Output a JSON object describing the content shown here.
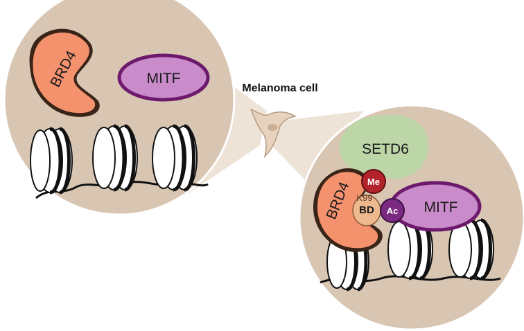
{
  "caption": "Melanoma cell",
  "left_panel": {
    "brd4_label": "BRD4",
    "mitf_label": "MITF"
  },
  "right_panel": {
    "setd6_label": "SETD6",
    "brd4_label": "BRD4",
    "me_label": "Me",
    "k99_label": "K99",
    "bd_label": "BD",
    "ac_label": "Ac",
    "mitf_label": "MITF"
  },
  "colors": {
    "panel_fill": "#d8c6b3",
    "brd4": "#f4926e",
    "mitf": "#c98bc9",
    "mitf_outline": "#6d1a6d",
    "setd6": "#bcd6a8",
    "me": "#b3232b",
    "ac": "#7b2a82",
    "bd": "#efb98f",
    "cell": "#e6d2bd"
  },
  "icons": [
    "nucleosome-icon",
    "melanoma-cell-icon"
  ]
}
